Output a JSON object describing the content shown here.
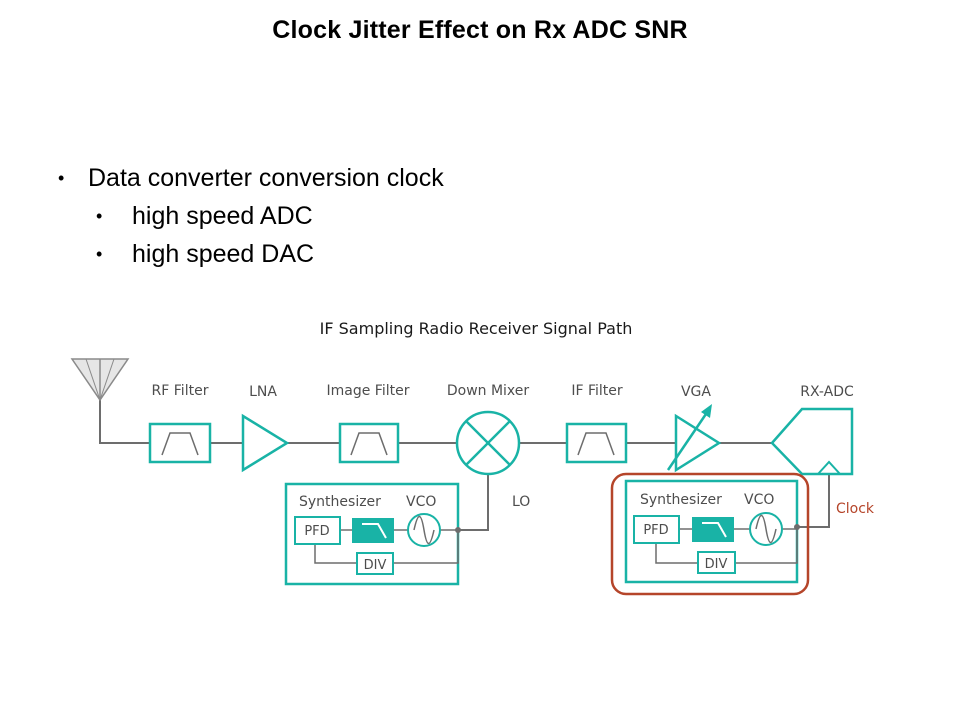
{
  "slide": {
    "title": "Clock Jitter Effect on Rx ADC SNR"
  },
  "bullets": [
    {
      "level": 1,
      "symbol": "•",
      "text": "Data converter conversion clock"
    },
    {
      "level": 2,
      "symbol": "•",
      "text": "high speed ADC"
    },
    {
      "level": 2,
      "symbol": "•",
      "text": "high speed DAC"
    }
  ],
  "diagram": {
    "title": "IF Sampling Radio Receiver Signal Path",
    "blocks": {
      "rf_filter": "RF Filter",
      "lna": "LNA",
      "image_filter": "Image Filter",
      "down_mixer": "Down Mixer",
      "if_filter": "IF Filter",
      "vga": "VGA",
      "rx_adc": "RX-ADC"
    },
    "lo_label": "LO",
    "clock_label": "Clock",
    "synth_left": {
      "title": "Synthesizer",
      "vco": "VCO",
      "pfd": "PFD",
      "div": "DIV"
    },
    "synth_right": {
      "title": "Synthesizer",
      "vco": "VCO",
      "pfd": "PFD",
      "div": "DIV"
    },
    "colors": {
      "teal": "#19b3a6",
      "line_gray": "#6d6d6d",
      "text_gray": "#4d4d4d",
      "highlight": "#b5452a",
      "antenna_fill": "#e6e6e6"
    }
  }
}
